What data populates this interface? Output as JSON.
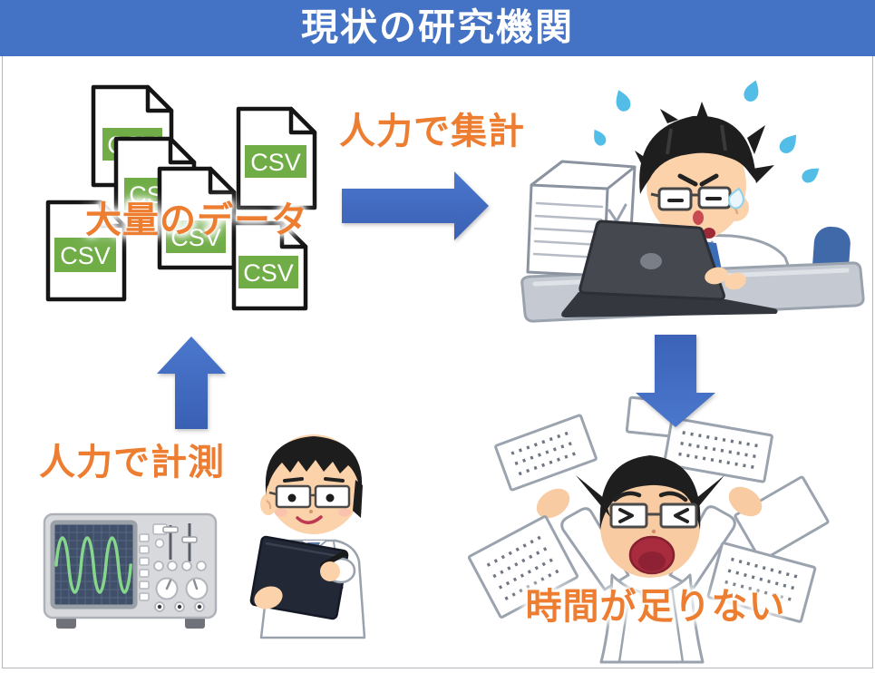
{
  "title_bar": {
    "title": "現状の研究機関",
    "bg_color": "#4472C4",
    "text_color": "#FFFFFF"
  },
  "labels": {
    "accent_color": "#ED7D31",
    "mass_data": "大量のデータ",
    "manual_aggregation": "人力で集計",
    "manual_measurement": "人力で計測",
    "not_enough_time": "時間が足りない"
  },
  "csv_stack": {
    "badge_text": "CSV",
    "badge_color": "#70AD47",
    "badge_text_color": "#FFFFFF",
    "document_count": 6
  },
  "arrows": {
    "fill_color": "#4472C4",
    "directions": [
      "right",
      "down",
      "up"
    ]
  },
  "illustrations": {
    "overworked_researcher": "sweating-researcher-typing-on-laptop-beside-paper-stack",
    "panicking_researcher": "researcher-overwhelmed-by-flying-papers",
    "oscilloscope": "oscilloscope-showing-green-sine-wave",
    "note_taking_researcher": "researcher-writing-on-clipboard"
  }
}
